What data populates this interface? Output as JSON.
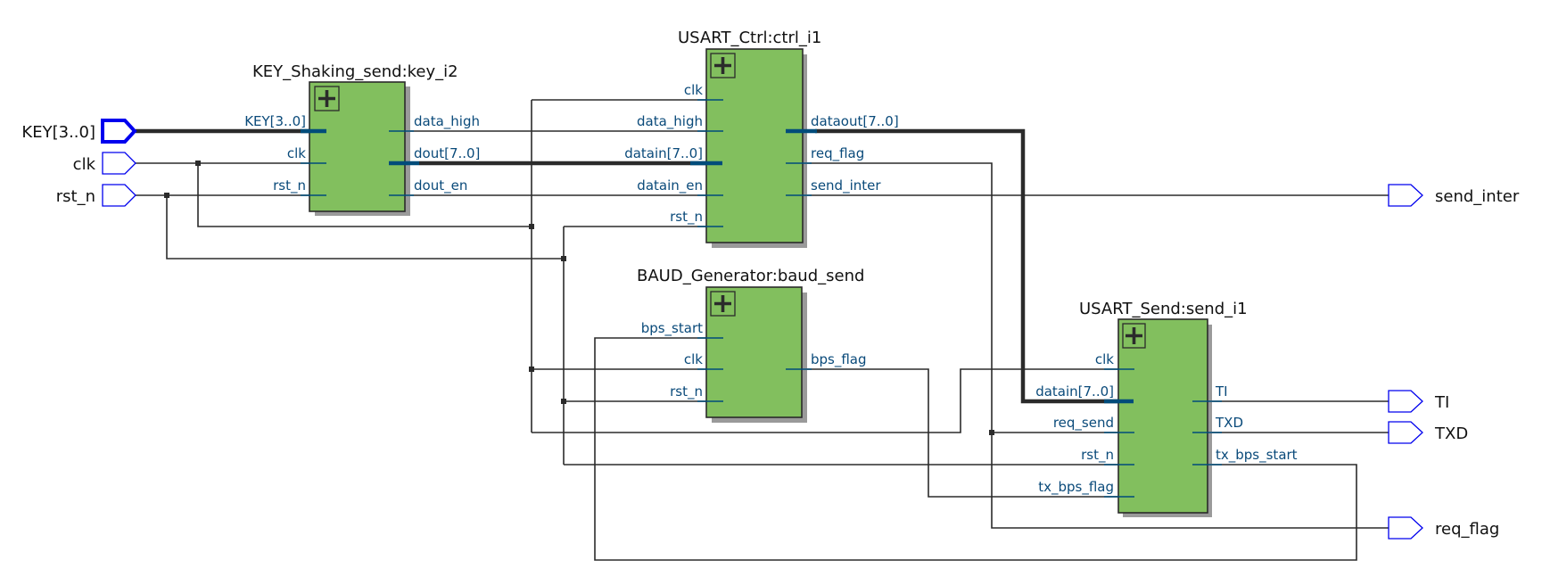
{
  "diagram": {
    "type": "rtl-schematic",
    "inputs": [
      {
        "id": "KEY",
        "label": "KEY[3..0]",
        "bus": true
      },
      {
        "id": "clk",
        "label": "clk",
        "bus": false
      },
      {
        "id": "rst_n",
        "label": "rst_n",
        "bus": false
      }
    ],
    "outputs": [
      {
        "id": "send_inter",
        "label": "send_inter"
      },
      {
        "id": "TI",
        "label": "TI"
      },
      {
        "id": "TXD",
        "label": "TXD"
      },
      {
        "id": "req_flag",
        "label": "req_flag"
      }
    ],
    "blocks": [
      {
        "id": "key_i2",
        "title": "KEY_Shaking_send:key_i2",
        "inputs": [
          "KEY[3..0]",
          "clk",
          "rst_n"
        ],
        "outputs": [
          "data_high",
          "dout[7..0]",
          "dout_en"
        ]
      },
      {
        "id": "ctrl_i1",
        "title": "USART_Ctrl:ctrl_i1",
        "inputs": [
          "clk",
          "data_high",
          "datain[7..0]",
          "datain_en",
          "rst_n"
        ],
        "outputs": [
          "dataout[7..0]",
          "req_flag",
          "send_inter"
        ]
      },
      {
        "id": "baud_send",
        "title": "BAUD_Generator:baud_send",
        "inputs": [
          "bps_start",
          "clk",
          "rst_n"
        ],
        "outputs": [
          "bps_flag"
        ]
      },
      {
        "id": "send_i1",
        "title": "USART_Send:send_i1",
        "inputs": [
          "clk",
          "datain[7..0]",
          "req_send",
          "rst_n",
          "tx_bps_flag"
        ],
        "outputs": [
          "TI",
          "TXD",
          "tx_bps_start"
        ]
      }
    ],
    "connections": [
      {
        "from": "KEY[3..0]",
        "to": "key_i2.KEY[3..0]"
      },
      {
        "from": "clk",
        "to": [
          "key_i2.clk",
          "ctrl_i1.clk",
          "baud_send.clk",
          "send_i1.clk"
        ]
      },
      {
        "from": "rst_n",
        "to": [
          "key_i2.rst_n",
          "ctrl_i1.rst_n",
          "baud_send.rst_n",
          "send_i1.rst_n"
        ]
      },
      {
        "from": "key_i2.data_high",
        "to": "ctrl_i1.data_high"
      },
      {
        "from": "key_i2.dout[7..0]",
        "to": "ctrl_i1.datain[7..0]"
      },
      {
        "from": "key_i2.dout_en",
        "to": "ctrl_i1.datain_en"
      },
      {
        "from": "ctrl_i1.dataout[7..0]",
        "to": "send_i1.datain[7..0]"
      },
      {
        "from": "ctrl_i1.req_flag",
        "to": [
          "send_i1.req_send",
          "req_flag"
        ]
      },
      {
        "from": "ctrl_i1.send_inter",
        "to": "send_inter"
      },
      {
        "from": "baud_send.bps_flag",
        "to": "send_i1.tx_bps_flag"
      },
      {
        "from": "send_i1.tx_bps_start",
        "to": "baud_send.bps_start"
      },
      {
        "from": "send_i1.TI",
        "to": "TI"
      },
      {
        "from": "send_i1.TXD",
        "to": "TXD"
      }
    ]
  },
  "colors": {
    "block_fill": "#82bf5e",
    "port_outline": "#0000ee",
    "pin_label": "#0a4a7a",
    "wire": "#2b2b2b"
  },
  "icons": {
    "expand": "plus-icon"
  }
}
